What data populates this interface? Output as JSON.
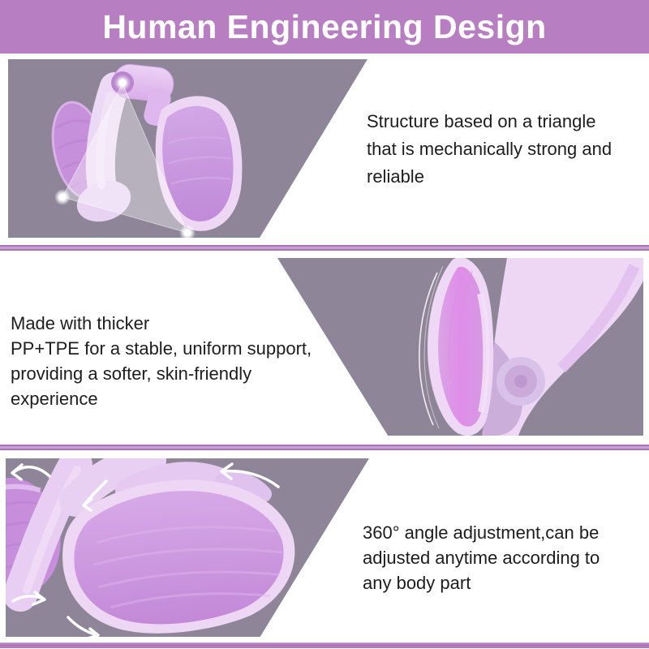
{
  "header": {
    "title": "Human Engineering Design"
  },
  "sections": [
    {
      "name": "triangle-structure",
      "text": "Structure based on a triangle\nthat is mechanically strong and\nreliable",
      "image_side": "left",
      "image_alt": "pelvic trainer shown with white triangle overlay and three glowing pivot dots"
    },
    {
      "name": "material",
      "text": "Made with thicker\nPP+TPE for a stable, uniform support,\nproviding a softer, skin-friendly\nexperience",
      "image_side": "right",
      "image_alt": "close-up of thick purple pad and arm forming a V with hinge cap"
    },
    {
      "name": "angle-adjustment",
      "text": "360° angle adjustment,can be\nadjusted anytime according to\nany body part",
      "image_side": "left",
      "image_alt": "close-up of large pad surrounded by five white curved rotation arrows"
    }
  ],
  "icons": {
    "rotation_arrow": "curved-white-arrow",
    "pivot_dot": "glowing-white-dot",
    "triangle_overlay": "translucent-white-triangle"
  },
  "colors": {
    "header_bg": "#b87ec2",
    "divider": "#a873b5",
    "photo_bg": "#8e8698",
    "pad_fill": "#c78fdb",
    "pad_rim": "#eed6f5",
    "arm_fill": "#ecd7f5",
    "text": "#1d1d1d",
    "arrow": "#ffffff"
  }
}
